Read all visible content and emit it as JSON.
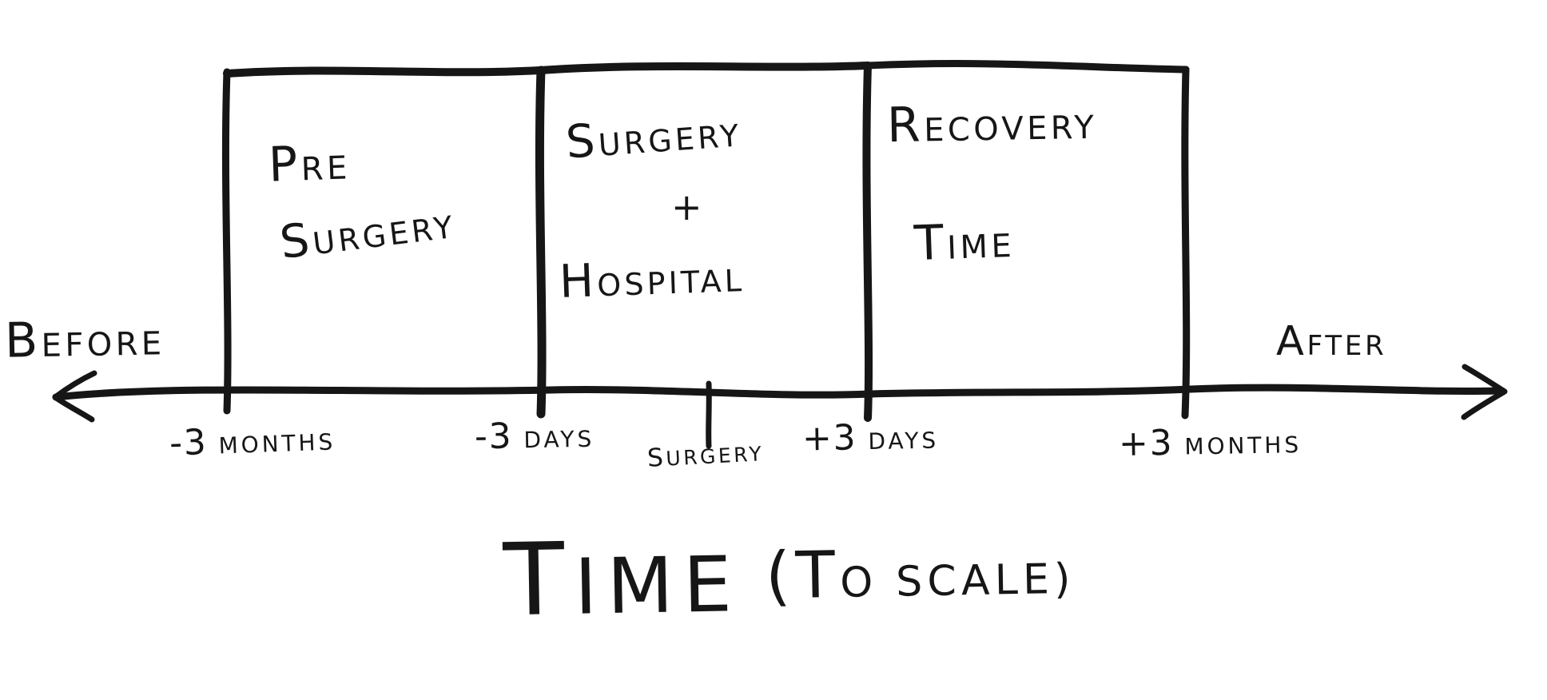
{
  "ink": "#161616",
  "axis": {
    "before": "BEFORE",
    "after": "AFTER"
  },
  "boxes": [
    {
      "lines": [
        "PRE",
        "SURGERY"
      ]
    },
    {
      "lines": [
        "SURGERY",
        "+",
        "HOSPITAL"
      ]
    },
    {
      "lines": [
        "RECOVERY",
        "TIME"
      ]
    }
  ],
  "ticks": [
    {
      "value": "-3",
      "unit": "MONTHS"
    },
    {
      "value": "-3",
      "unit": "DAYS"
    },
    {
      "value": "",
      "unit": "SURGERY"
    },
    {
      "value": "+3",
      "unit": "DAYS"
    },
    {
      "value": "+3",
      "unit": "MONTHS"
    }
  ],
  "title": {
    "main": "TIME",
    "paren": "(TO SCALE)"
  }
}
